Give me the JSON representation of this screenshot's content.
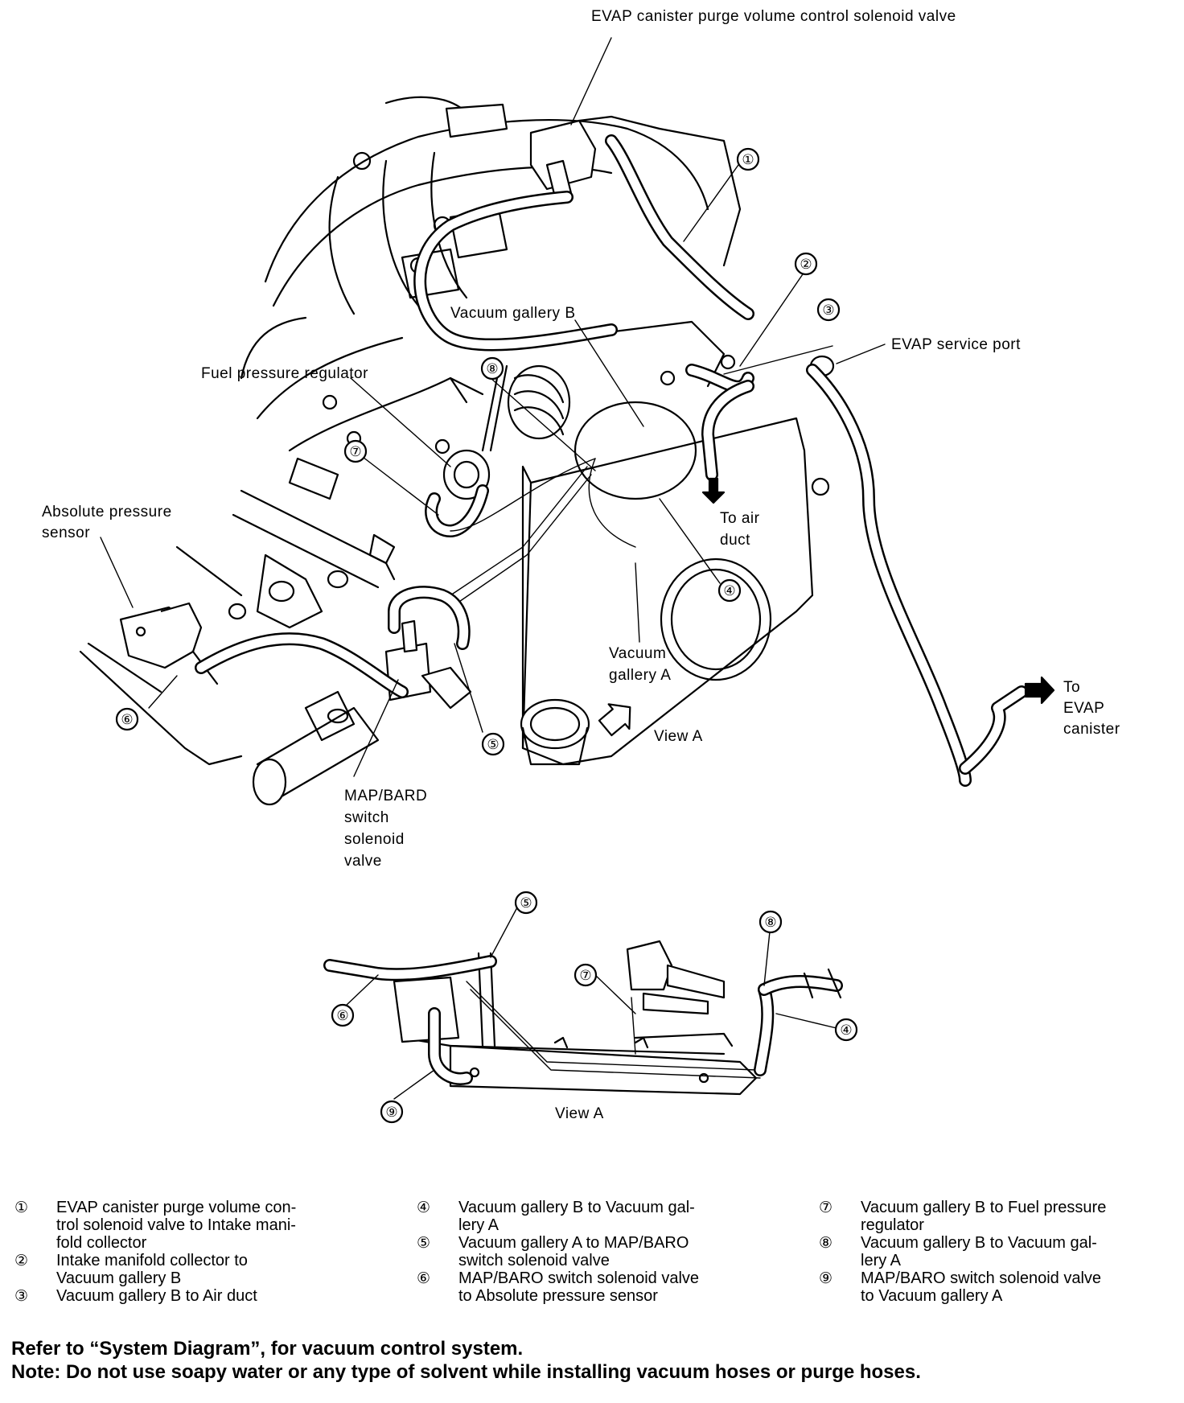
{
  "labels": {
    "evap_purge_valve": "EVAP canister purge volume control solenoid valve",
    "vacuum_gallery_b": "Vacuum gallery B",
    "fuel_pressure_regulator": "Fuel pressure regulator",
    "evap_service_port": "EVAP service port",
    "absolute_pressure_sensor_1": "Absolute pressure",
    "absolute_pressure_sensor_2": "sensor",
    "to_air_duct_1": "To air",
    "to_air_duct_2": "duct",
    "vacuum_gallery_a_1": "Vacuum",
    "vacuum_gallery_a_2": "gallery A",
    "to_evap_canister_1": "To",
    "to_evap_canister_2": "EVAP",
    "to_evap_canister_3": "canister",
    "view_a_arrow": "View A",
    "map_baro_1": "MAP/BARD",
    "map_baro_2": "switch",
    "map_baro_3": "solenoid",
    "map_baro_4": "valve",
    "view_a_caption": "View A"
  },
  "callouts": {
    "c1": "①",
    "c2": "②",
    "c3": "③",
    "c4": "④",
    "c5": "⑤",
    "c6": "⑥",
    "c7": "⑦",
    "c8": "⑧",
    "c9": "⑨"
  },
  "legend": [
    {
      "num": "①",
      "text": "EVAP canister purge volume con-\ntrol solenoid valve to Intake mani-\nfold collector"
    },
    {
      "num": "②",
      "text": "Intake manifold collector to\nVacuum gallery B"
    },
    {
      "num": "③",
      "text": "Vacuum gallery B to Air duct"
    },
    {
      "num": "④",
      "text": "Vacuum gallery B to Vacuum gal-\nlery A"
    },
    {
      "num": "⑤",
      "text": "Vacuum gallery A to MAP/BARO\nswitch solenoid valve"
    },
    {
      "num": "⑥",
      "text": "MAP/BARO switch solenoid valve\nto Absolute pressure sensor"
    },
    {
      "num": "⑦",
      "text": "Vacuum gallery B to Fuel pressure\nregulator"
    },
    {
      "num": "⑧",
      "text": "Vacuum gallery B to Vacuum gal-\nlery A"
    },
    {
      "num": "⑨",
      "text": "MAP/BARO switch solenoid valve\nto Vacuum gallery A"
    }
  ],
  "notes": {
    "line1": "Refer to “System Diagram”, for vacuum control system.",
    "line2": "Note: Do not use soapy water or any type of solvent while installing vacuum hoses or purge hoses."
  }
}
